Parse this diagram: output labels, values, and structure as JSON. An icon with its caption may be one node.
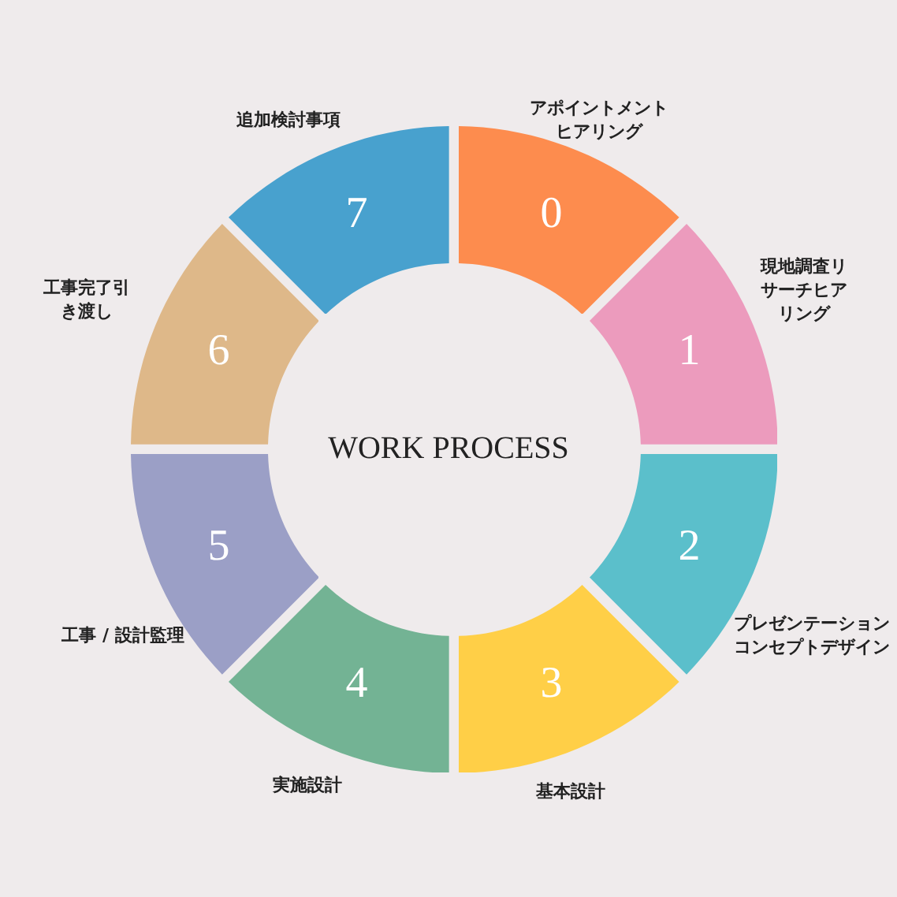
{
  "diagram": {
    "title": "WORK PROCESS",
    "nodes": [
      {
        "text": [
          "0"
        ],
        "beside": [
          "アポイントメントヒアリング"
        ]
      },
      {
        "text": [
          "1"
        ],
        "beside": [
          "現地調査リサーチヒアリング"
        ]
      },
      {
        "text": [
          "2"
        ],
        "beside": [
          "プレゼンテーションコンセプトデザイン"
        ]
      },
      {
        "text": [
          "3"
        ],
        "beside": [
          "基本設計"
        ]
      },
      {
        "text": [
          "4"
        ],
        "beside": [
          "実施設計"
        ]
      },
      {
        "text": [
          "5"
        ],
        "beside": [
          "工事 / 設計監理"
        ]
      },
      {
        "text": [
          "6"
        ],
        "beside": [
          "工事完了引き渡し"
        ]
      },
      {
        "text": [
          "7"
        ],
        "beside": [
          "追加検討事項"
        ]
      }
    ]
  }
}
